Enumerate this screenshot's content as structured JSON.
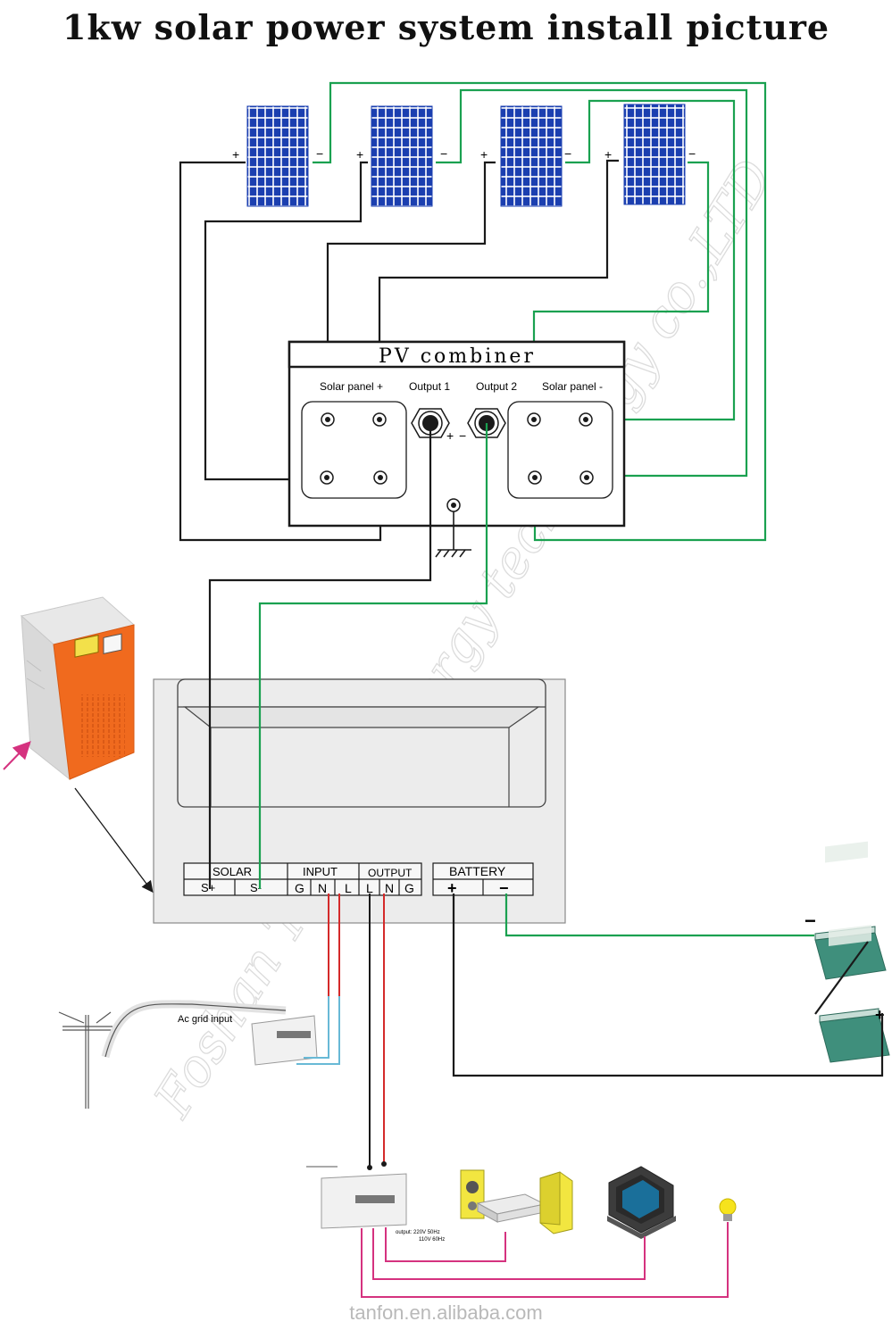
{
  "title": "1kw solar power system install picture",
  "watermark": "Foshan TanFon energy technology co.,LTD",
  "footer": "tanfon.en.alibaba.com",
  "panels": {
    "plus": "+",
    "minus": "−"
  },
  "combiner": {
    "title": "PV combiner",
    "solar_plus": "Solar panel +",
    "output1": "Output 1",
    "output2": "Output 2",
    "solar_minus": "Solar panel -",
    "out_plus": "+",
    "out_minus": "−"
  },
  "inverter": {
    "solar_label": "SOLAR",
    "solar_plus": "S+",
    "solar_minus": "S-",
    "input_label": "INPUT",
    "input_g": "G",
    "input_n": "N",
    "input_l": "L",
    "output_label": "OUTPUT",
    "output_l": "L",
    "output_n": "N",
    "output_g": "G",
    "battery_label": "BATTERY",
    "battery_plus": "+",
    "battery_minus": "−"
  },
  "grid": {
    "label": "Ac grid input"
  },
  "batteries": {
    "minus": "−",
    "plus": "+"
  },
  "load": {
    "spec_line1": "output:  220V 50Hz",
    "spec_line2": "110V 60Hz"
  },
  "colors": {
    "green_wire": "#1aa150",
    "black_wire": "#1a1a1a",
    "red_wire": "#d42a2a",
    "blue_wire": "#68b9d6",
    "pink_wire": "#d5327f",
    "panel_blue": "#1b3fb0",
    "inverter_orange": "#f06a1e",
    "battery_green": "#3f8f7c"
  }
}
